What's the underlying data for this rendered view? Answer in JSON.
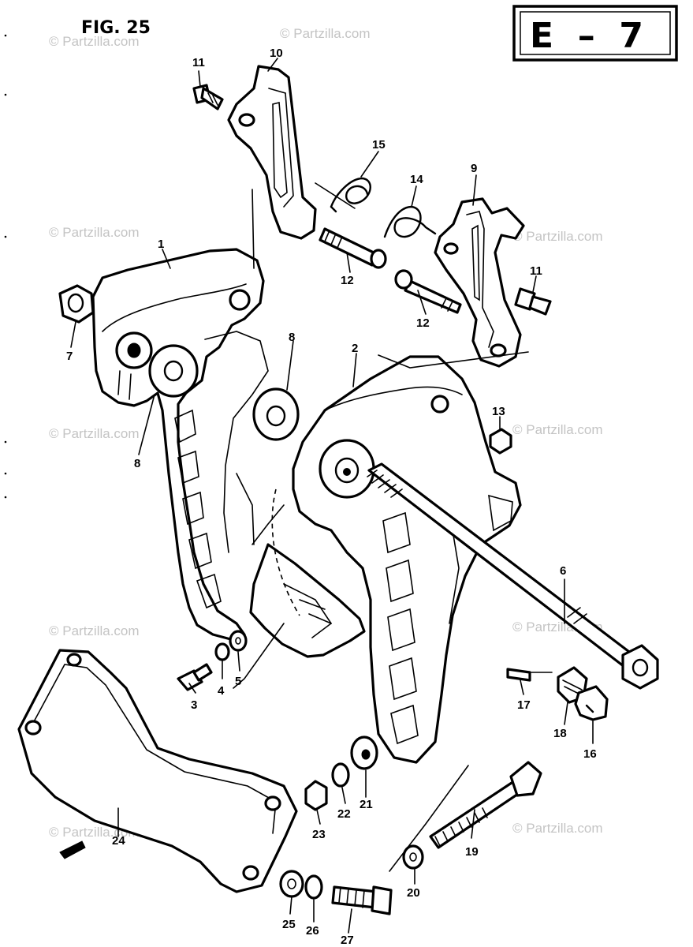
{
  "figure": {
    "title": "FIG. 25",
    "section_code": "E  –  7"
  },
  "watermark": {
    "text": "© Partzilla.com"
  },
  "callouts": [
    {
      "id": "c1",
      "label": "1"
    },
    {
      "id": "c2",
      "label": "2"
    },
    {
      "id": "c3",
      "label": "3"
    },
    {
      "id": "c4",
      "label": "4"
    },
    {
      "id": "c5",
      "label": "5"
    },
    {
      "id": "c6",
      "label": "6"
    },
    {
      "id": "c7",
      "label": "7"
    },
    {
      "id": "c8a",
      "label": "8"
    },
    {
      "id": "c8b",
      "label": "8"
    },
    {
      "id": "c9",
      "label": "9"
    },
    {
      "id": "c10",
      "label": "10"
    },
    {
      "id": "c11a",
      "label": "11"
    },
    {
      "id": "c11b",
      "label": "11"
    },
    {
      "id": "c12a",
      "label": "12"
    },
    {
      "id": "c12b",
      "label": "12"
    },
    {
      "id": "c13",
      "label": "13"
    },
    {
      "id": "c14",
      "label": "14"
    },
    {
      "id": "c15",
      "label": "15"
    },
    {
      "id": "c16",
      "label": "16"
    },
    {
      "id": "c17",
      "label": "17"
    },
    {
      "id": "c18",
      "label": "18"
    },
    {
      "id": "c19",
      "label": "19"
    },
    {
      "id": "c20",
      "label": "20"
    },
    {
      "id": "c21",
      "label": "21"
    },
    {
      "id": "c22",
      "label": "22"
    },
    {
      "id": "c23",
      "label": "23"
    },
    {
      "id": "c24",
      "label": "24"
    },
    {
      "id": "c25",
      "label": "25"
    },
    {
      "id": "c26",
      "label": "26"
    },
    {
      "id": "c27",
      "label": "27"
    }
  ]
}
